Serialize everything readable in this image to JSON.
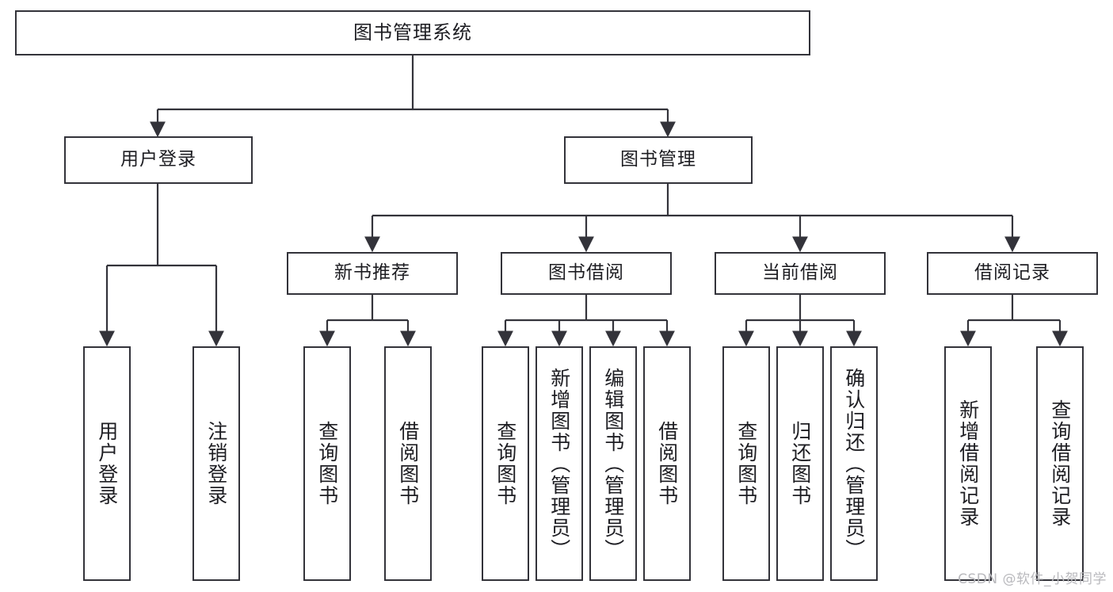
{
  "diagram": {
    "title": "图书管理系统",
    "watermark": "CSDN @软件_小贺同学",
    "colors": {
      "background": "#ffffff",
      "box_border": "#33333a",
      "box_fill": "#ffffff",
      "connector": "#33333a",
      "text": "#1d1d22",
      "watermark": "#b9b9bd"
    },
    "root": {
      "label": "图书管理系统"
    },
    "level1": [
      {
        "label": "用户登录"
      },
      {
        "label": "图书管理"
      }
    ],
    "level2": [
      {
        "label": "新书推荐"
      },
      {
        "label": "图书借阅"
      },
      {
        "label": "当前借阅"
      },
      {
        "label": "借阅记录"
      }
    ],
    "leaves": {
      "user_login": [
        {
          "label": "用户登录"
        },
        {
          "label": "注销登录"
        }
      ],
      "new_book": [
        {
          "label": "查询图书"
        },
        {
          "label": "借阅图书"
        }
      ],
      "book_borrow": [
        {
          "label": "查询图书"
        },
        {
          "label": "新增图书（管理员）"
        },
        {
          "label": "编辑图书（管理员）"
        },
        {
          "label": "借阅图书"
        }
      ],
      "current_borrow": [
        {
          "label": "查询图书"
        },
        {
          "label": "归还图书"
        },
        {
          "label": "确认归还（管理员）"
        }
      ],
      "borrow_record": [
        {
          "label": "新增借阅记录"
        },
        {
          "label": "查询借阅记录"
        }
      ]
    }
  }
}
